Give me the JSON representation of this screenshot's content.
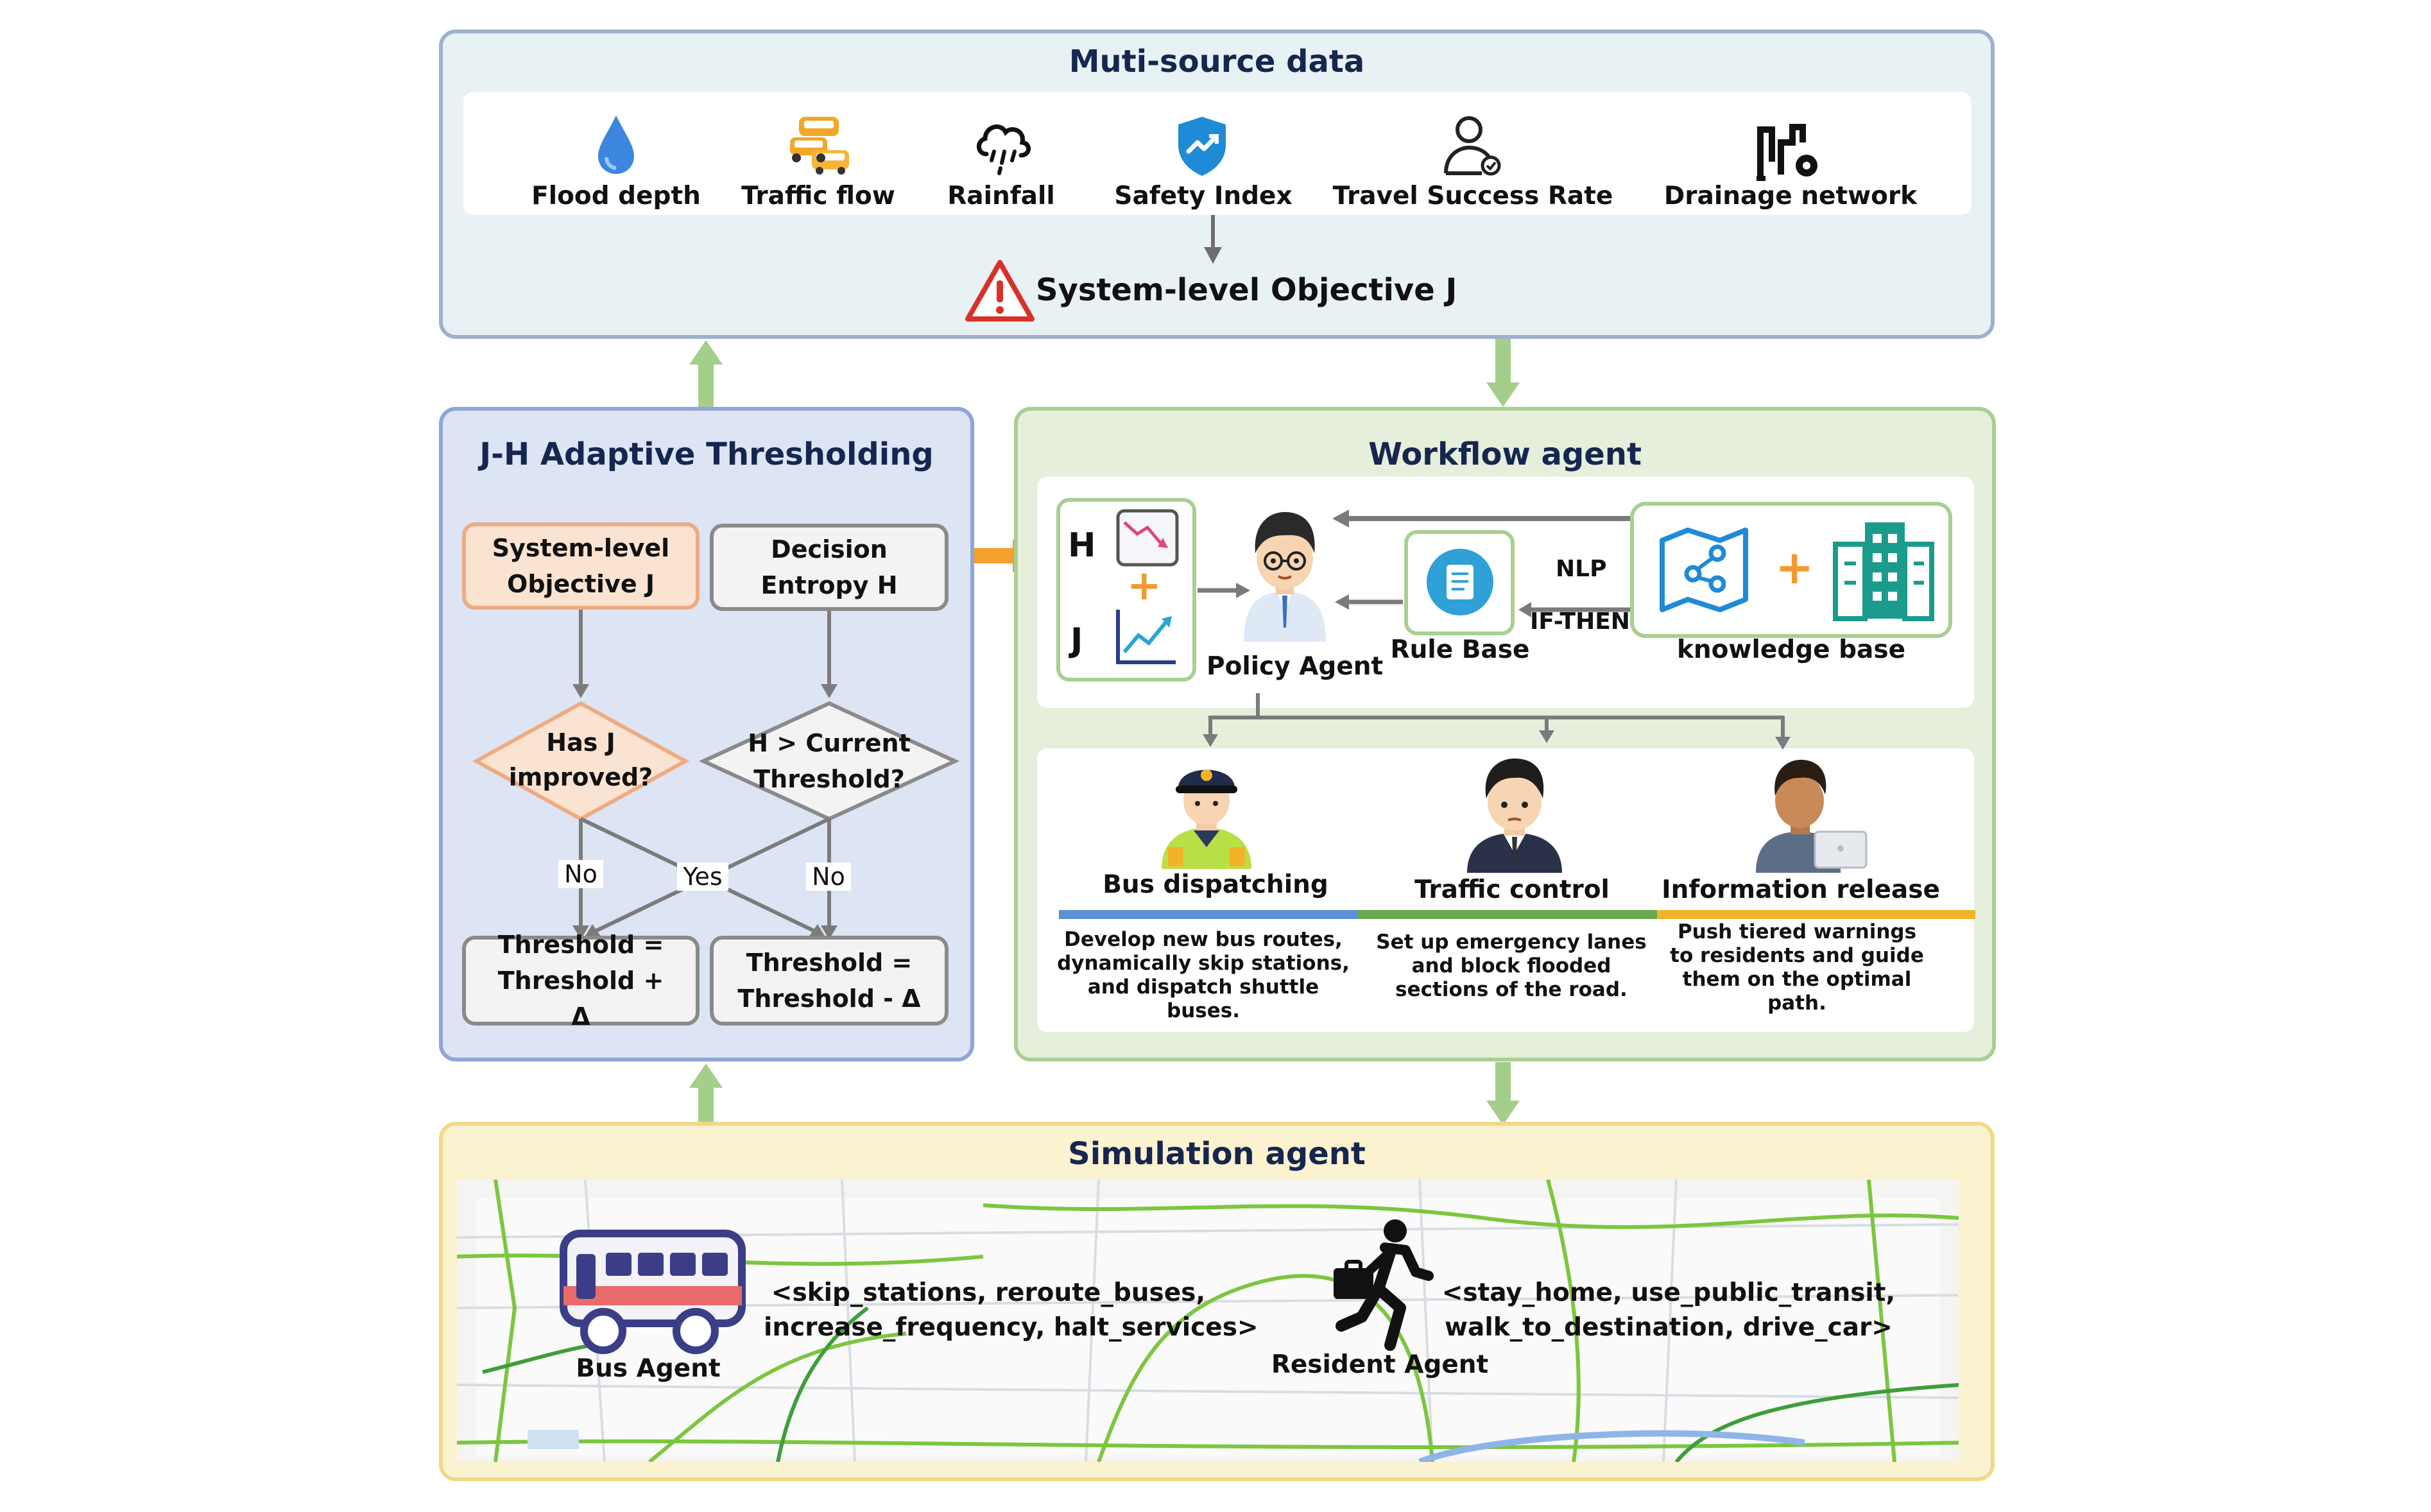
{
  "top": {
    "title": "Muti-source data",
    "sources": [
      {
        "label": "Flood depth",
        "icon": "water-drop-icon"
      },
      {
        "label": "Traffic flow",
        "icon": "cars-icon"
      },
      {
        "label": "Rainfall",
        "icon": "rain-cloud-icon"
      },
      {
        "label": "Safety Index",
        "icon": "shield-icon"
      },
      {
        "label": "Travel Success Rate",
        "icon": "user-check-icon"
      },
      {
        "label": "Drainage network",
        "icon": "pipes-icon"
      }
    ],
    "objective": "System-level Objective J"
  },
  "jh": {
    "title": "J-H Adaptive Thresholding",
    "box_j": "System-level Objective J",
    "box_h": "Decision Entropy H",
    "diamond_j": "Has J improved?",
    "diamond_h": "H > Current Threshold?",
    "no_left": "No",
    "yes": "Yes",
    "no_right": "No",
    "out_left": "Threshold = Threshold + Δ",
    "out_right": "Threshold = Threshold - Δ"
  },
  "workflow": {
    "title": "Workflow agent",
    "h_letter": "H",
    "plus": "+",
    "j_letter": "J",
    "policy_agent": "Policy Agent",
    "rule_base": "Rule Base",
    "nlp": "NLP",
    "ifthen": "IF-THEN",
    "knowledge_base": "knowledge base",
    "actions": [
      {
        "title": "Bus dispatching",
        "desc": "Develop new bus routes, dynamically skip stations, and dispatch shuttle buses.",
        "color": "#5b8fd6"
      },
      {
        "title": "Traffic control",
        "desc": "Set up emergency lanes and block flooded sections of the road.",
        "color": "#6aa84f"
      },
      {
        "title": "Information release",
        "desc": "Push tiered warnings to residents and guide them on the optimal path.",
        "color": "#f1b32a"
      }
    ]
  },
  "sim": {
    "title": "Simulation agent",
    "bus_agent": "Bus Agent",
    "bus_actions_1": "<skip_stations, reroute_buses,",
    "bus_actions_2": "increase_frequency, halt_services>",
    "resident_agent": "Resident Agent",
    "res_actions_1": "<stay_home, use_public_transit,",
    "res_actions_2": "walk_to_destination, drive_car>"
  },
  "colors": {
    "top_bg": "#e8f1f3",
    "top_border": "#9fb0cf",
    "jh_bg": "#dde4f4",
    "jh_border": "#8ea6d8",
    "wf_bg": "#e6efdc",
    "wf_border": "#a9cf92",
    "sim_bg": "#fbf2d0",
    "sim_border": "#f1d98a",
    "green_arrow": "#a4cf8a",
    "orange_arrow": "#f5a02a",
    "orange_box": "#fbe3d2",
    "orange_border": "#eeab82"
  }
}
